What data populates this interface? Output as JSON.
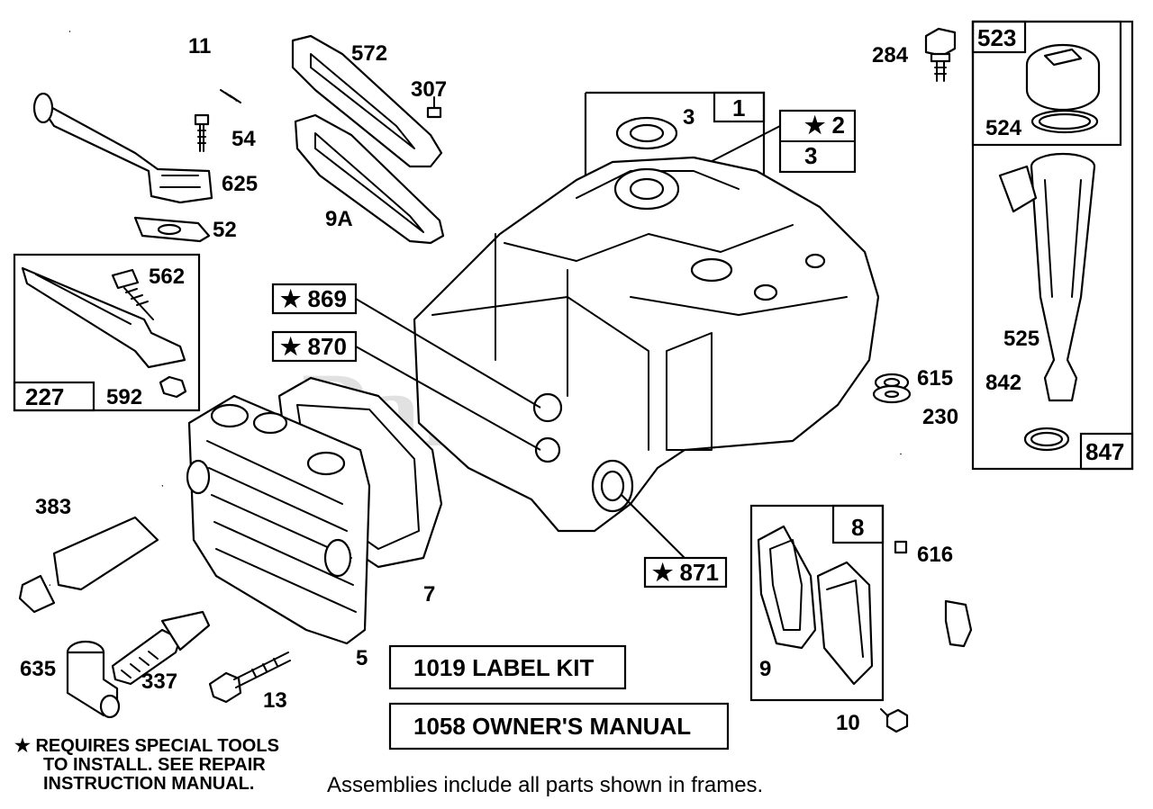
{
  "watermark": "PartsTree",
  "labels": {
    "p11": "11",
    "p54": "54",
    "p625": "625",
    "p52": "52",
    "p572": "572",
    "p307": "307",
    "p9A": "9A",
    "p3a": "3",
    "p1": "1",
    "p2": "★ 2",
    "p3b": "3",
    "p284": "284",
    "p523": "523",
    "p524": "524",
    "p525": "525",
    "p842": "842",
    "p847": "847",
    "p562": "562",
    "p227": "227",
    "p592": "592",
    "p869": "★ 869",
    "p870": "★ 870",
    "p871": "★ 871",
    "p615": "615",
    "p230": "230",
    "p616": "616",
    "p8": "8",
    "p9": "9",
    "p10": "10",
    "p383": "383",
    "p7": "7",
    "p5": "5",
    "p635": "635",
    "p337": "337",
    "p13": "13"
  },
  "kits": {
    "label_kit": "1019 LABEL KIT",
    "owners_manual": "1058 OWNER'S MANUAL"
  },
  "notes": {
    "star_line1": "★ REQUIRES SPECIAL TOOLS",
    "star_line2": "TO INSTALL.  SEE REPAIR",
    "star_line3": "INSTRUCTION MANUAL.",
    "assemblies": "Assemblies include all parts shown in frames."
  }
}
